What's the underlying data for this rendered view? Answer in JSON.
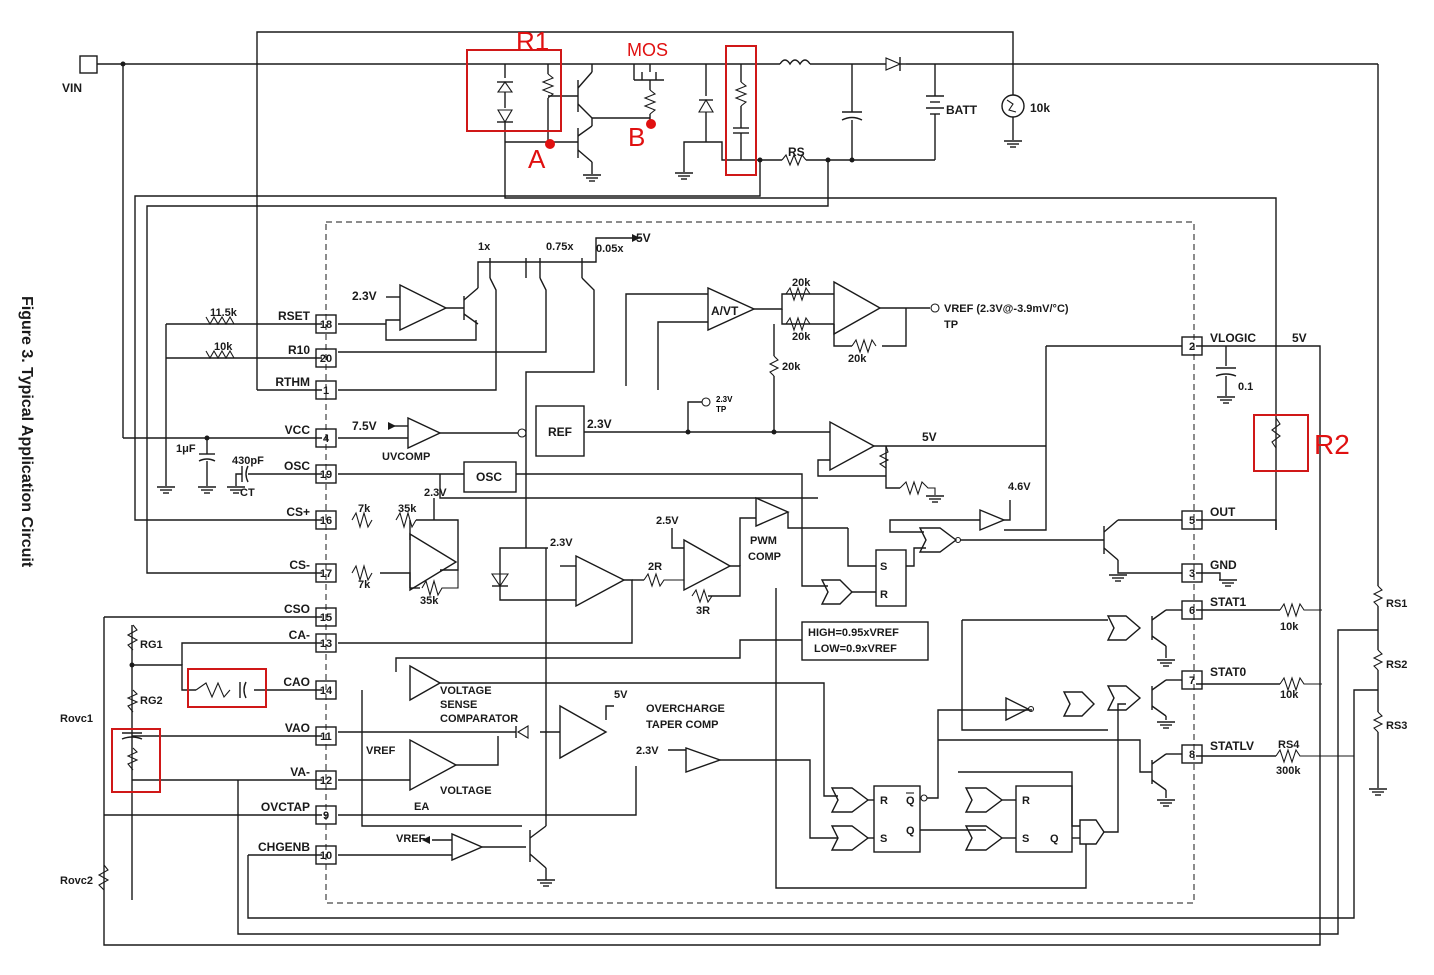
{
  "figure_caption": "Figure 3.  Typical Application Circuit",
  "annotations": {
    "r1": "R1",
    "mos": "MOS",
    "a": "A",
    "b": "B",
    "r2": "R2"
  },
  "ext": {
    "vin": "VIN",
    "batt": "BATT",
    "therm": "10k",
    "rs": "RS",
    "res_115k": "11.5k",
    "res_10k": "10k",
    "cap_1uf": "1μF",
    "cap_430pf": "430pF",
    "ct": "CT",
    "res_7k_a": "7k",
    "res_35k_a": "35k",
    "res_7k_b": "7k",
    "res_35k_b": "35k",
    "rg1": "RG1",
    "rg2": "RG2",
    "rovc1": "Rovc1",
    "rovc2": "Rovc2",
    "rs1": "RS1",
    "rs2": "RS2",
    "rs3": "RS3",
    "rs4": "RS4",
    "rs4_val": "300k",
    "stat_10k_a": "10k",
    "stat_10k_b": "10k",
    "cap_01": "0.1",
    "vlogic_5v": "5V"
  },
  "pins": [
    {
      "label": "RSET",
      "num": "18"
    },
    {
      "label": "R10",
      "num": "20"
    },
    {
      "label": "RTHM",
      "num": "1"
    },
    {
      "label": "VCC",
      "num": "4"
    },
    {
      "label": "OSC",
      "num": "19"
    },
    {
      "label": "CS+",
      "num": "16"
    },
    {
      "label": "CS-",
      "num": "17"
    },
    {
      "label": "CSO",
      "num": "15"
    },
    {
      "label": "CA-",
      "num": "13"
    },
    {
      "label": "CAO",
      "num": "14"
    },
    {
      "label": "VAO",
      "num": "11"
    },
    {
      "label": "VA-",
      "num": "12"
    },
    {
      "label": "OVCTAP",
      "num": "9"
    },
    {
      "label": "CHGENB",
      "num": "10"
    }
  ],
  "rpins": [
    {
      "label": "VLOGIC",
      "num": "2"
    },
    {
      "label": "OUT",
      "num": "5"
    },
    {
      "label": "GND",
      "num": "3"
    },
    {
      "label": "STAT1",
      "num": "6"
    },
    {
      "label": "STAT0",
      "num": "7"
    },
    {
      "label": "STATLV",
      "num": "8"
    }
  ],
  "int": {
    "v23_a": "2.3V",
    "mirror_1x": "1x",
    "mirror_075x": "0.75x",
    "mirror_005x": "0.05x",
    "v5_top": "5V",
    "avt": "A/VT",
    "r20k_a": "20k",
    "r20k_b": "20k",
    "r20k_c": "20k",
    "r20k_d": "20k",
    "vref_out": "VREF (2.3V@-3.9mV/°C)",
    "tp": "TP",
    "v23_tp": "2.3V",
    "tp2": "TP",
    "v75": "7.5V",
    "uvcomp": "UVCOMP",
    "ref": "REF",
    "ref_23": "2.3V",
    "v5_ref": "5V",
    "osc": "OSC",
    "v23_cs": "2.3V",
    "v46": "4.6V",
    "v25": "2.5V",
    "r2r": "2R",
    "r3r": "3R",
    "pwm": "PWM",
    "comp": "COMP",
    "v23_ca": "2.3V",
    "s": "S",
    "r": "R",
    "high": "HIGH=0.95xVREF",
    "low": "LOW=0.9xVREF",
    "vsc1": "VOLTAGE",
    "vsc2": "SENSE",
    "vsc3": "COMPARATOR",
    "v5_vs": "5V",
    "otc1": "OVERCHARGE",
    "otc2": "TAPER COMP",
    "v23_ot": "2.3V",
    "vref_ea": "VREF",
    "vea1": "VOLTAGE",
    "vea2": "EA",
    "vref_ch": "VREF",
    "ff1r": "R",
    "ff1s": "S",
    "ff1q": "Q",
    "ff1qb": "Q",
    "ff2r": "R",
    "ff2s": "S",
    "ff2q": "Q"
  }
}
